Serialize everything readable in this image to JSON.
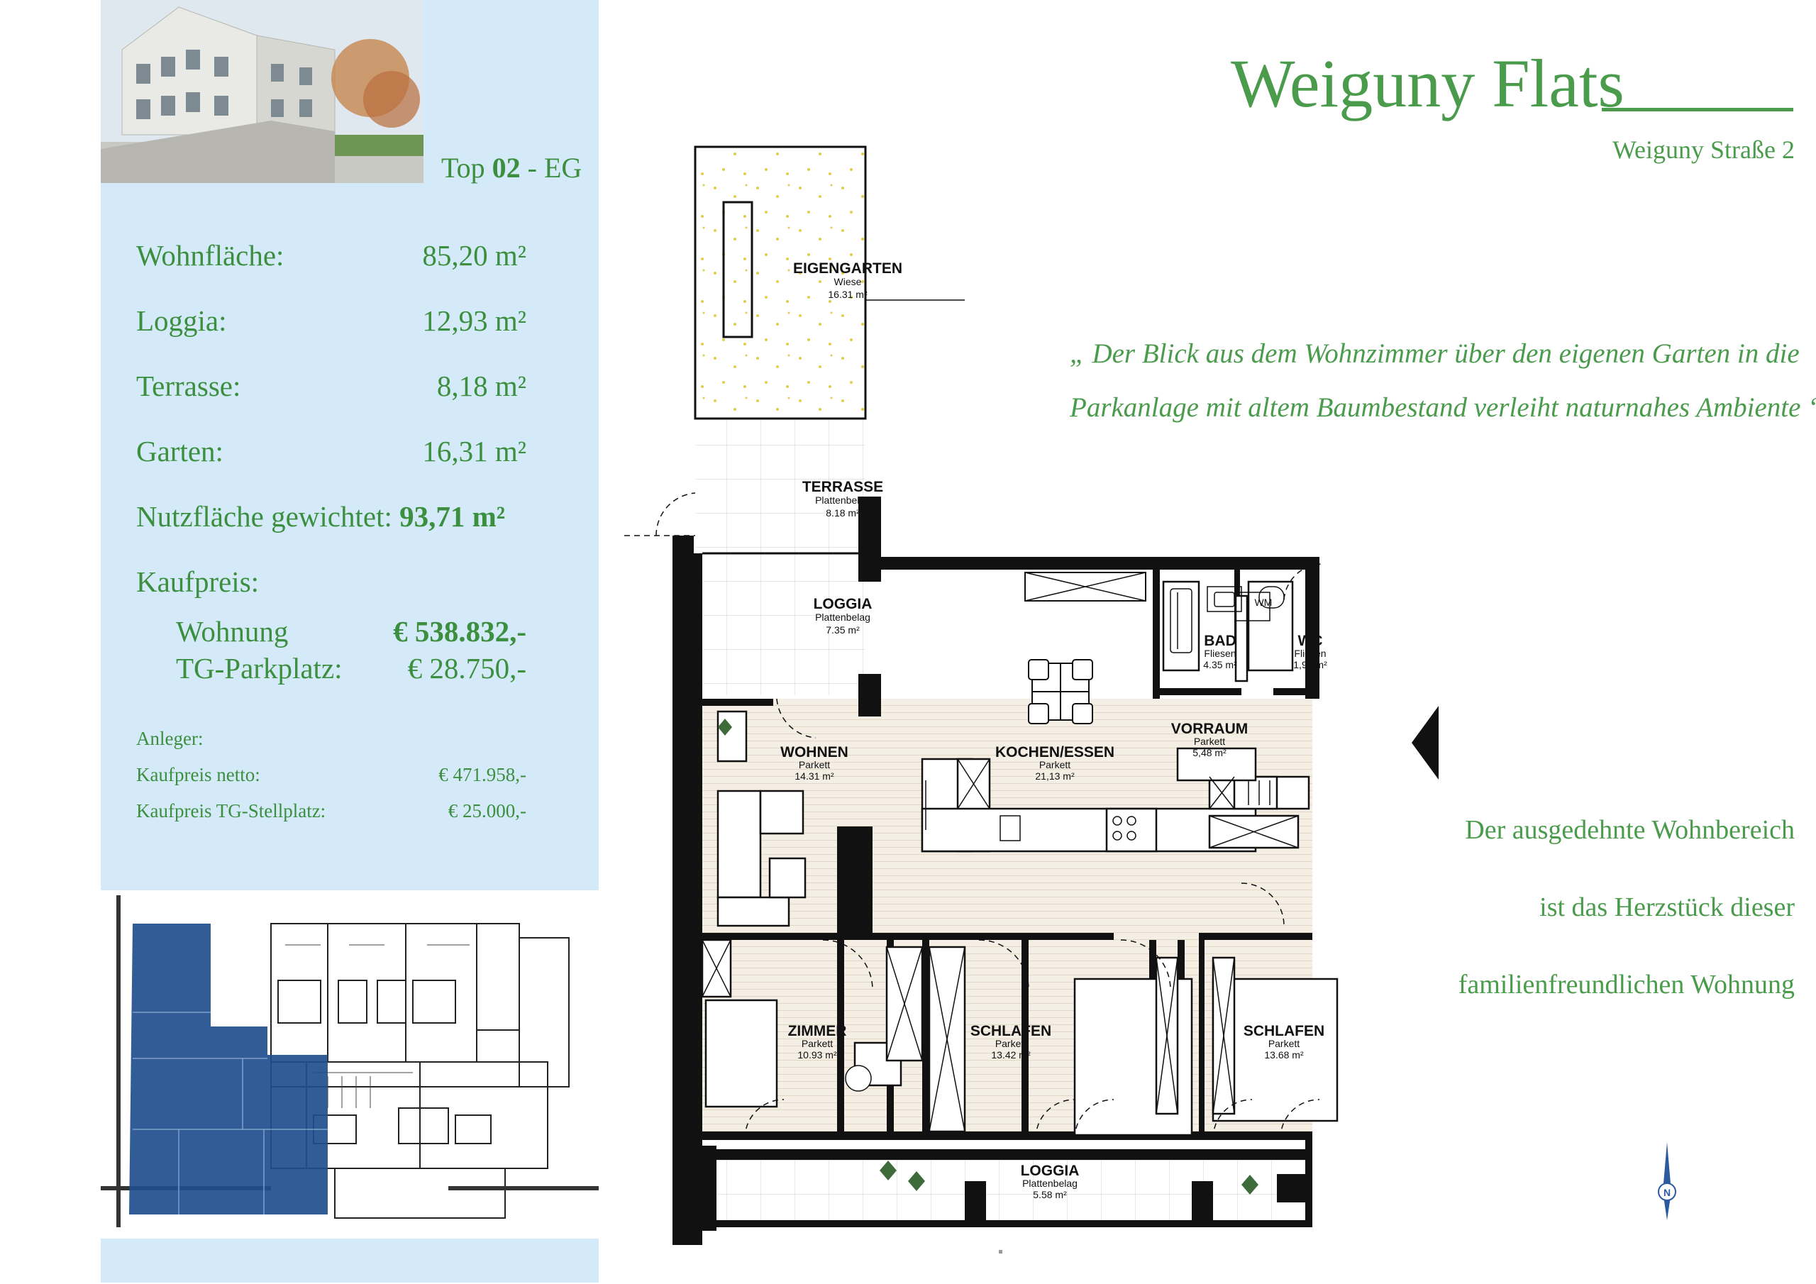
{
  "unit": {
    "label_prefix": "Top",
    "number": "02",
    "suffix": "- EG"
  },
  "specs": [
    {
      "label": "Wohnfläche:",
      "value": "85,20 m²"
    },
    {
      "label": "Loggia:",
      "value": "12,93 m²"
    },
    {
      "label": "Terrasse:",
      "value": "8,18 m²"
    },
    {
      "label": "Garten:",
      "value": "16,31 m²"
    }
  ],
  "weighted": {
    "label": "Nutzfläche gewichtet:",
    "value": "93,71 m²"
  },
  "purchase": {
    "heading": "Kaufpreis:",
    "items": [
      {
        "label": "Wohnung",
        "value": "€ 538.832,-"
      },
      {
        "label": "TG-Parkplatz:",
        "value": "€ 28.750,-"
      }
    ]
  },
  "investor": {
    "heading": "Anleger:",
    "items": [
      {
        "label": "Kaufpreis netto:",
        "value": "€ 471.958,-"
      },
      {
        "label": "Kaufpreis TG-Stellplatz:",
        "value": "€ 25.000,-"
      }
    ]
  },
  "header": {
    "title": "Weiguny Flats",
    "address": "Weiguny Straße 2"
  },
  "quote": {
    "line1": "„ Der Blick aus dem Wohnzimmer über den eigenen Garten in die",
    "line2": "Parkanlage mit altem Baumbestand verleiht naturnahes Ambiente “"
  },
  "description": [
    "Der ausgedehnte Wohnbereich",
    "ist das Herzstück dieser",
    "familienfreundlichen Wohnung"
  ],
  "rooms": {
    "garten": {
      "name": "EIGENGARTEN",
      "surface": "Wiese",
      "area": "16.31 m²"
    },
    "terrasse": {
      "name": "TERRASSE",
      "surface": "Plattenbelag",
      "area": "8.18 m²"
    },
    "loggia_top": {
      "name": "LOGGIA",
      "surface": "Plattenbelag",
      "area": "7.35 m²"
    },
    "bad": {
      "name": "BAD",
      "surface": "Fliesen",
      "area": "4.35 m²"
    },
    "wc": {
      "name": "WC",
      "surface": "Fliesen",
      "area": "1,90 m²"
    },
    "wm": {
      "name": "WM"
    },
    "wohnen": {
      "name": "WOHNEN",
      "surface": "Parkett",
      "area": "14.31 m²"
    },
    "kochen": {
      "name": "KOCHEN/ESSEN",
      "surface": "Parkett",
      "area": "21,13 m²"
    },
    "vorraum": {
      "name": "VORRAUM",
      "surface": "Parkett",
      "area": "5,48 m²"
    },
    "zimmer": {
      "name": "ZIMMER",
      "surface": "Parkett",
      "area": "10.93 m²"
    },
    "schlafen1": {
      "name": "SCHLAFEN",
      "surface": "Parkett",
      "area": "13.42 m²"
    },
    "schlafen2": {
      "name": "SCHLAFEN",
      "surface": "Parkett",
      "area": "13.68 m²"
    },
    "loggia_bottom": {
      "name": "LOGGIA",
      "surface": "Plattenbelag",
      "area": "5.58 m²"
    }
  },
  "north_label": "N",
  "colors": {
    "green": "#4a9c4c",
    "panel": "#d5eaf8",
    "keyplan_highlight": "#1f4e8c"
  }
}
